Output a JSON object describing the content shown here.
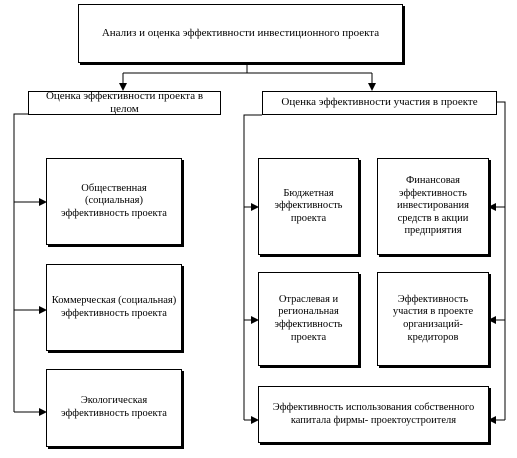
{
  "diagram": {
    "root": {
      "text": "Анализ и оценка эффективности инвестиционного проекта"
    },
    "left_header": {
      "text": "Оценка эффективности проекта в целом"
    },
    "right_header": {
      "text": "Оценка эффективности участия в проекте"
    },
    "left_items": [
      {
        "text": "Общественная (социальная)\nэффективность проекта"
      },
      {
        "text": "Коммерческая (социальная)\nэффективность проекта"
      },
      {
        "text": "Экологическая\nэффективность проекта"
      }
    ],
    "right_items": [
      {
        "text": "Бюджетная\nэффективность\nпроекта"
      },
      {
        "text": "Финансовая\nэффективность\nинвестирования\nсредств в акции\nпредприятия"
      },
      {
        "text": "Отраслевая и\nрегиональная\nэффективность\nпроекта"
      },
      {
        "text": "Эффективность\nучастия в проекте\nорганизаций-\nкредиторов"
      }
    ],
    "bottom_item": {
      "text": "Эффективность использования собственного\nкапитала фирмы- проектоустроителя"
    }
  }
}
